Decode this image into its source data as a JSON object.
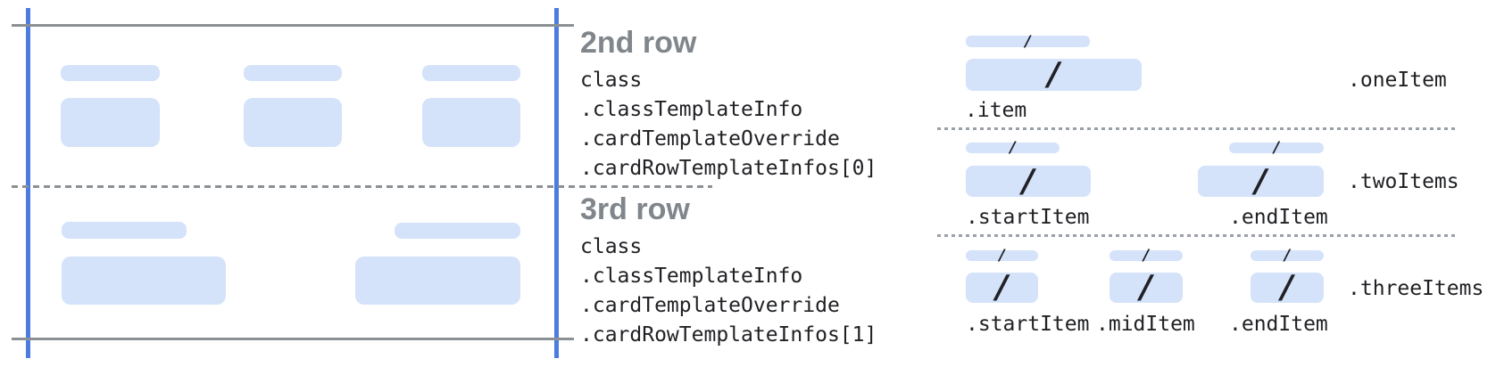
{
  "annotations": {
    "row2": {
      "title": "2nd row",
      "lines": [
        "class",
        ".classTemplateInfo",
        ".cardTemplateOverride",
        ".cardRowTemplateInfos[0]"
      ]
    },
    "row3": {
      "title": "3rd row",
      "lines": [
        "class",
        ".classTemplateInfo",
        ".cardTemplateOverride",
        ".cardRowTemplateInfos[1]"
      ]
    }
  },
  "sections": {
    "one": {
      "label": ".oneItem",
      "item": ".item"
    },
    "two": {
      "label": ".twoItems",
      "start": ".startItem",
      "end": ".endItem"
    },
    "three": {
      "label": ".threeItems",
      "start": ".startItem",
      "mid": ".midItem",
      "end": ".endItem"
    }
  },
  "glyphs": {
    "slash": "/"
  },
  "colors": {
    "accent_blue": "#4c7ce0",
    "bar_blue": "#d4e2fa",
    "line_gray": "#8b9095",
    "dash_gray": "#9aa0a6",
    "heading_gray": "#80868b",
    "code_text": "#202124"
  }
}
